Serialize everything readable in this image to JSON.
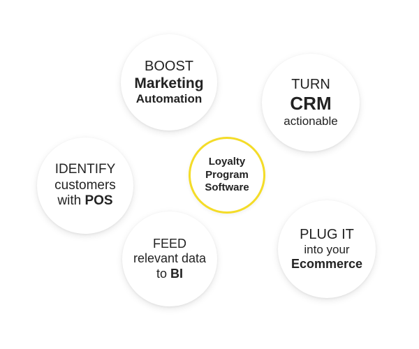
{
  "diagram": {
    "center": {
      "line1": "Loyalty",
      "line2": "Program",
      "line3": "Software",
      "border_color": "#f4dc28"
    },
    "boost": {
      "line1": "BOOST",
      "line2": "Marketing",
      "line3": "Automation"
    },
    "crm": {
      "line1": "TURN",
      "line2": "CRM",
      "line3": "actionable"
    },
    "identify": {
      "line1": "IDENTIFY",
      "line2": "customers",
      "line3_prefix": "with ",
      "line3_bold": "POS"
    },
    "plug": {
      "line1": "PLUG IT",
      "line2": "into your",
      "line3": "Ecommerce"
    },
    "feed": {
      "line1": "FEED",
      "line2": "relevant data",
      "line3_prefix": "to ",
      "line3_bold": "BI"
    }
  }
}
